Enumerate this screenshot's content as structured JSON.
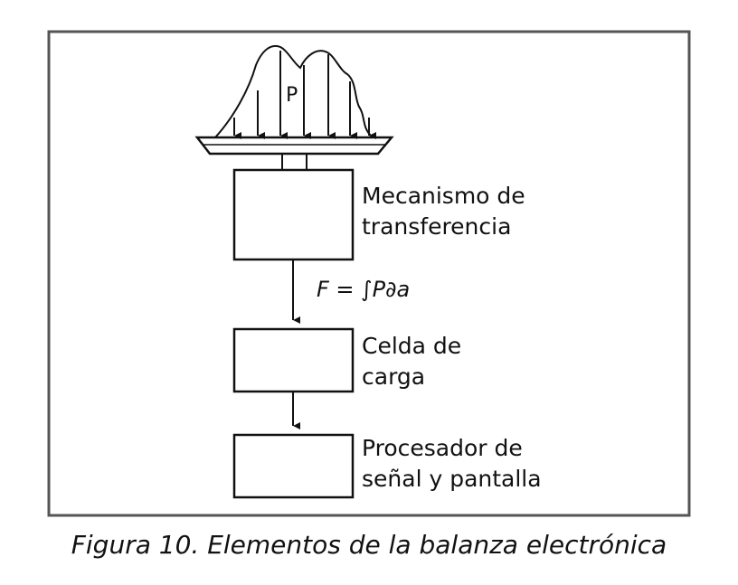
{
  "diagram": {
    "load_label": "P",
    "blocks": [
      {
        "label_lines": [
          "Mecanismo de",
          "transferencia"
        ]
      },
      {
        "label_lines": [
          "Celda de",
          "carga"
        ]
      },
      {
        "label_lines": [
          "Procesador de",
          "señal y pantalla"
        ]
      }
    ],
    "formula": "F = ∫P∂a"
  },
  "caption": "Figura 10. Elementos de la balanza electrónica"
}
